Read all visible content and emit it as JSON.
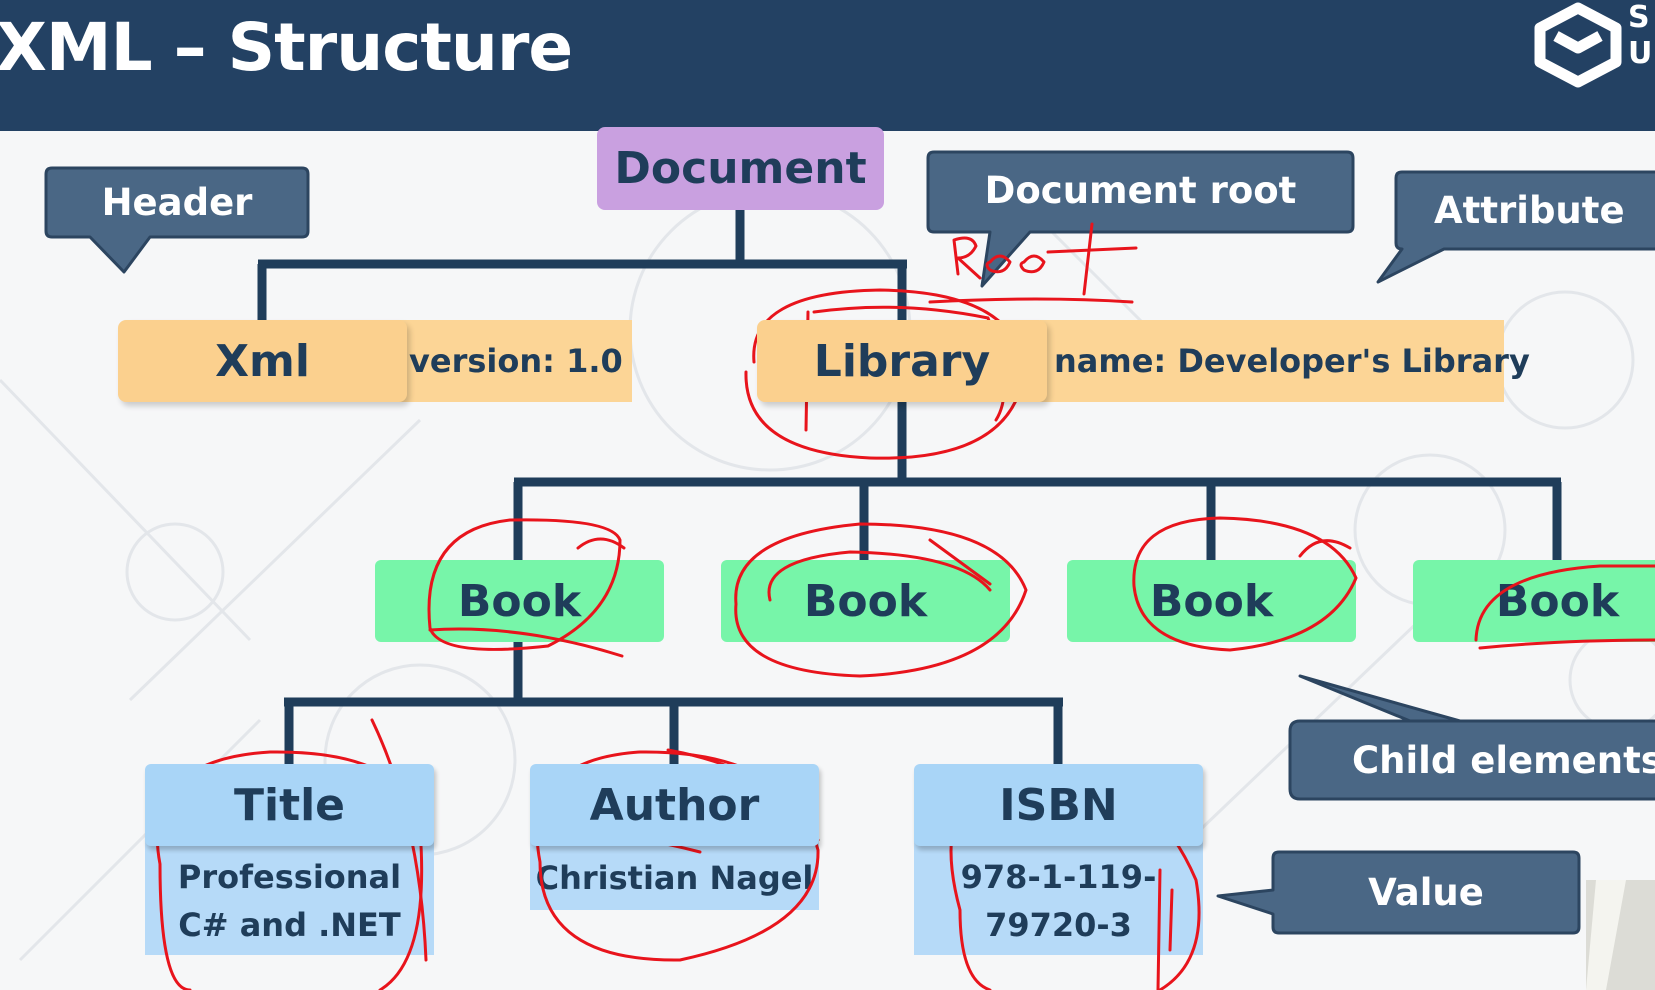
{
  "slide": {
    "title": "XML – Structure",
    "logo_text": "S\nU"
  },
  "tree": {
    "document": "Document",
    "xml": {
      "label": "Xml",
      "attribute": "version: 1.0"
    },
    "library": {
      "label": "Library",
      "attribute": "name: Developer's Library"
    },
    "books": [
      "Book",
      "Book",
      "Book",
      "Book"
    ],
    "children": [
      {
        "label": "Title",
        "value": "Professional C# and .NET"
      },
      {
        "label": "Author",
        "value": "Christian Nagel"
      },
      {
        "label": "ISBN",
        "value": "978-1-119-79720-3"
      }
    ]
  },
  "callouts": {
    "header": "Header",
    "document_root": "Document root",
    "attribute": "Attribute",
    "child_elements": "Child elements",
    "value": "Value"
  },
  "annotation": {
    "handwritten": "ROOT"
  },
  "colors": {
    "header_bg": "#234163",
    "callout_bg": "#4a6785",
    "document": "#c9a0e0",
    "xml_element": "#fbd08e",
    "book": "#77f5a9",
    "leaf": "#a9d5f7",
    "line": "#1f3d5a",
    "ink": "#e8141c"
  }
}
